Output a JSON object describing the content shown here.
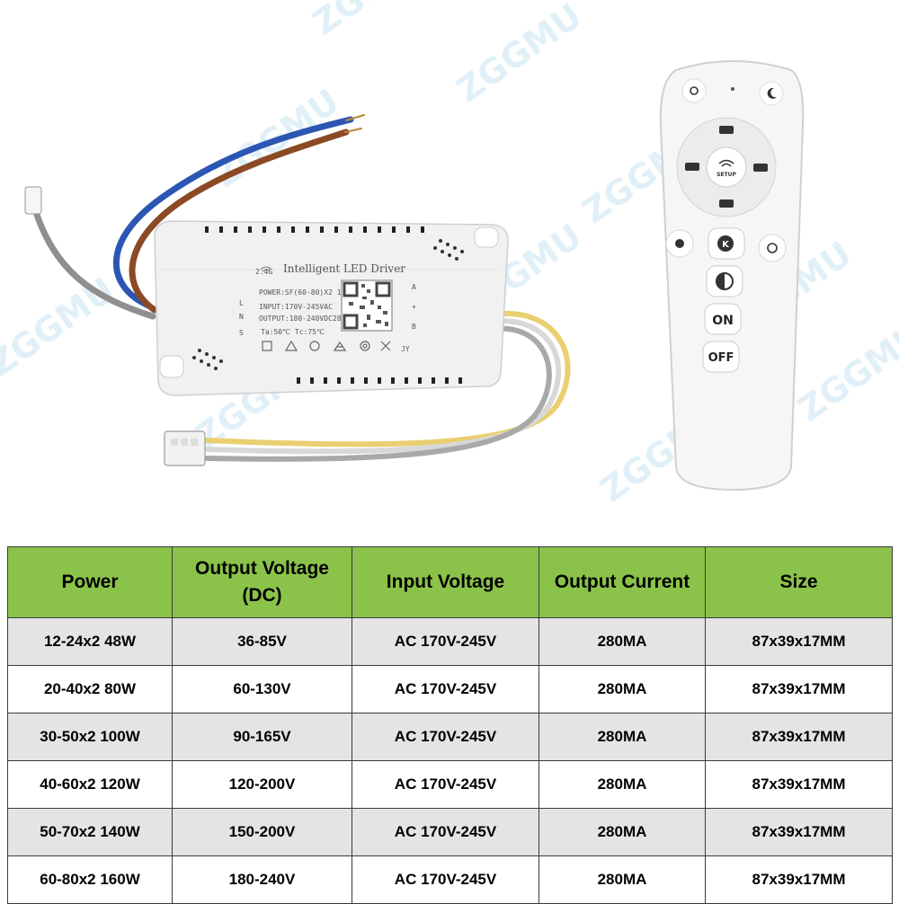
{
  "watermark": "ZGGMU",
  "driver": {
    "badge": "2.4G",
    "title": "Intelligent LED Driver",
    "power_line": "POWER:SF(60-80)X2 160W",
    "input_line": "INPUT:170V-245VAC",
    "output_line": "OUTPUT:180-240VDC280mA",
    "temp_line": "Ta:50℃   Tc:75℃",
    "left_labels": [
      "L",
      "N",
      "S"
    ],
    "right_labels": [
      "A",
      "+",
      "B"
    ],
    "maker": "JY"
  },
  "remote": {
    "setup_label": "SETUP",
    "k_label": "K",
    "on_label": "ON",
    "off_label": "OFF"
  },
  "table": {
    "headers": [
      "Power",
      "Output Voltage (DC)",
      "Input Voltage",
      "Output Current",
      "Size"
    ],
    "rows": [
      [
        "12-24x2  48W",
        "36-85V",
        "AC 170V-245V",
        "280MA",
        "87x39x17MM"
      ],
      [
        "20-40x2  80W",
        "60-130V",
        "AC 170V-245V",
        "280MA",
        "87x39x17MM"
      ],
      [
        "30-50x2  100W",
        "90-165V",
        "AC 170V-245V",
        "280MA",
        "87x39x17MM"
      ],
      [
        "40-60x2  120W",
        "120-200V",
        "AC 170V-245V",
        "280MA",
        "87x39x17MM"
      ],
      [
        "50-70x2  140W",
        "150-200V",
        "AC 170V-245V",
        "280MA",
        "87x39x17MM"
      ],
      [
        "60-80x2  160W",
        "180-240V",
        "AC 170V-245V",
        "280MA",
        "87x39x17MM"
      ]
    ]
  }
}
